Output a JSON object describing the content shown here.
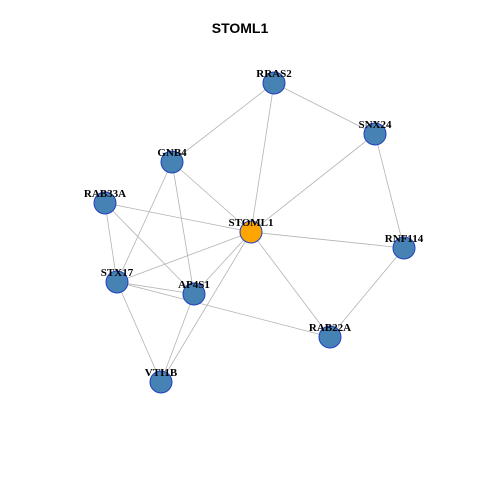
{
  "title": "STOML1",
  "colors": {
    "edge": "#b3b3b3",
    "node_fill": "#4682b4",
    "node_stroke": "#1f3fbf",
    "focus_fill": "#ffa500",
    "focus_stroke": "#1f3fbf"
  },
  "nodes": [
    {
      "id": "RRAS2",
      "label": "RRAS2",
      "focus": false
    },
    {
      "id": "SNX24",
      "label": "SNX24",
      "focus": false
    },
    {
      "id": "GNB4",
      "label": "GNB4",
      "focus": false
    },
    {
      "id": "RAB33A",
      "label": "RAB33A",
      "focus": false
    },
    {
      "id": "STOML1",
      "label": "STOML1",
      "focus": true
    },
    {
      "id": "RNF114",
      "label": "RNF114",
      "focus": false
    },
    {
      "id": "STX17",
      "label": "STX17",
      "focus": false
    },
    {
      "id": "AP4S1",
      "label": "AP4S1",
      "focus": false
    },
    {
      "id": "RAB22A",
      "label": "RAB22A",
      "focus": false
    },
    {
      "id": "VTI1B",
      "label": "VTI1B",
      "focus": false
    }
  ],
  "edges": [
    [
      "RRAS2",
      "SNX24"
    ],
    [
      "RRAS2",
      "GNB4"
    ],
    [
      "RRAS2",
      "STOML1"
    ],
    [
      "SNX24",
      "STOML1"
    ],
    [
      "SNX24",
      "RNF114"
    ],
    [
      "GNB4",
      "STOML1"
    ],
    [
      "GNB4",
      "STX17"
    ],
    [
      "GNB4",
      "AP4S1"
    ],
    [
      "RAB33A",
      "STOML1"
    ],
    [
      "RAB33A",
      "STX17"
    ],
    [
      "RAB33A",
      "AP4S1"
    ],
    [
      "STOML1",
      "RNF114"
    ],
    [
      "STOML1",
      "STX17"
    ],
    [
      "STOML1",
      "RAB22A"
    ],
    [
      "STOML1",
      "VTI1B"
    ],
    [
      "STOML1",
      "AP4S1"
    ],
    [
      "RNF114",
      "RAB22A"
    ],
    [
      "STX17",
      "AP4S1"
    ],
    [
      "STX17",
      "RAB22A"
    ],
    [
      "STX17",
      "VTI1B"
    ],
    [
      "AP4S1",
      "VTI1B"
    ]
  ]
}
